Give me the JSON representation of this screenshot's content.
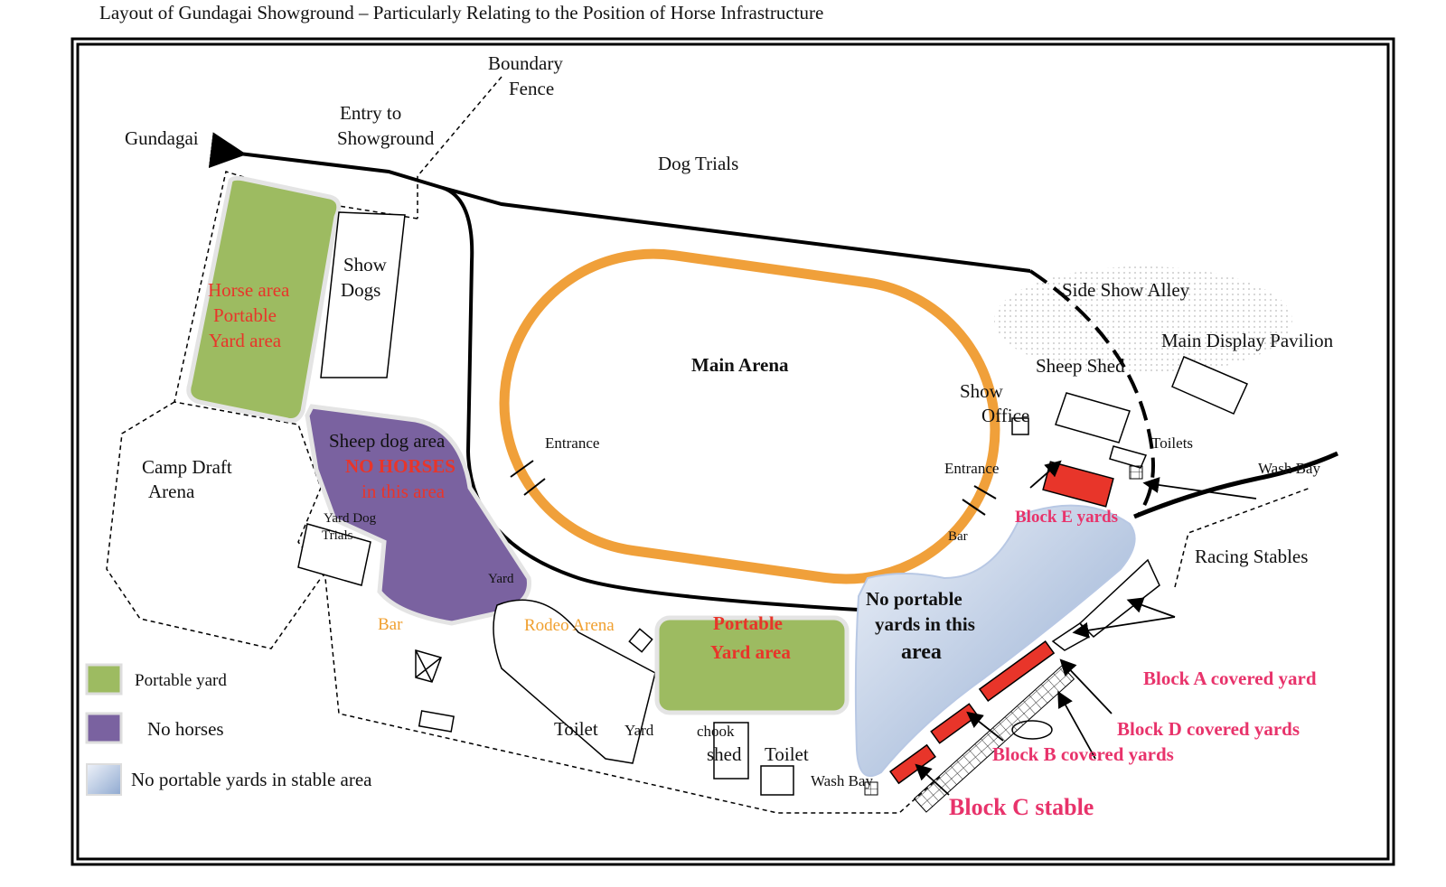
{
  "title": "Layout of Gundagai Showground – Particularly Relating to the Position of Horse Infrastructure",
  "colors": {
    "portable_yard": "#9dbb61",
    "no_horses": "#7a62a0",
    "arena_track": "#f0a03a",
    "stable_block": "#e8352a",
    "block_label": "#e8336b",
    "no_portable_area": "#a9bfdc"
  },
  "labels": {
    "boundary_fence": [
      "Boundary",
      "Fence"
    ],
    "entry": [
      "Entry to",
      "Showground"
    ],
    "gundagai": "Gundagai",
    "dog_trials": "Dog Trials",
    "show_dogs": [
      "Show",
      "Dogs"
    ],
    "horse_area": [
      "Horse area",
      "Portable",
      "Yard area"
    ],
    "main_arena": "Main Arena",
    "entrance_left": "Entrance",
    "entrance_right": "Entrance",
    "side_show_alley": "Side Show Alley",
    "main_display_pavilion": "Main Display Pavilion",
    "sheep_shed": "Sheep Shed",
    "show_office": [
      "Show",
      "Office"
    ],
    "toilets": "Toilets",
    "wash_bay_right": "Wash Bay",
    "camp_draft": [
      "Camp Draft",
      "Arena"
    ],
    "sheep_dog_area": "Sheep dog area",
    "no_horses": [
      "NO HORSES",
      "in this area"
    ],
    "yard_dog_trials": [
      "Yard Dog",
      "Trials"
    ],
    "yard1": "Yard",
    "bar_left": "Bar",
    "bar_right": "Bar",
    "rodeo_arena": "Rodeo Arena",
    "portable_yard_area": [
      "Portable",
      "Yard area"
    ],
    "no_portable_yards": [
      "No portable",
      "yards in this",
      "area"
    ],
    "block_e": "Block E yards",
    "racing_stables": "Racing Stables",
    "block_a": "Block A covered yard",
    "block_d": "Block D covered yards",
    "block_b": "Block B covered yards",
    "block_c": "Block C stable",
    "toilet1": "Toilet",
    "yard2": "Yard",
    "chook_shed": [
      "chook",
      "shed"
    ],
    "toilet2": "Toilet",
    "wash_bay_bottom": "Wash Bay"
  },
  "legend": [
    {
      "label": "Portable yard",
      "color": "#9dbb61"
    },
    {
      "label": "No horses",
      "color": "#7a62a0"
    },
    {
      "label": "No portable yards in stable area",
      "color": "#a9bfdc"
    }
  ]
}
